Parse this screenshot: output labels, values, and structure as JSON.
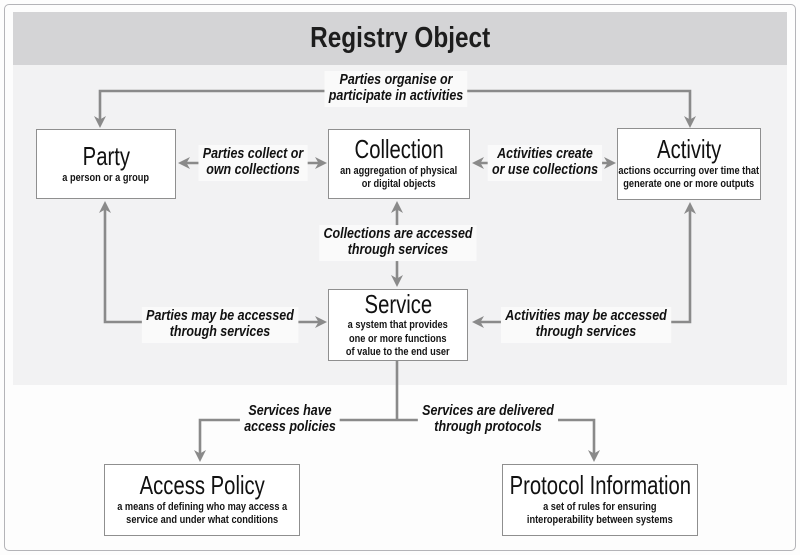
{
  "header": {
    "title": "Registry Object"
  },
  "boxes": {
    "party": {
      "title": "Party",
      "subtitle": "a person or a group"
    },
    "collection": {
      "title": "Collection",
      "subtitle": "an aggregation of physical\nor digital objects"
    },
    "activity": {
      "title": "Activity",
      "subtitle": "actions occurring over time that\ngenerate one or more outputs"
    },
    "service": {
      "title": "Service",
      "subtitle": "a system that provides\none or more functions\nof value to the end user"
    },
    "access_policy": {
      "title": "Access Policy",
      "subtitle": "a means of defining who may access a\nservice and under what conditions"
    },
    "protocol_information": {
      "title": "Protocol Information",
      "subtitle": "a set of rules for ensuring\ninteroperability between systems"
    }
  },
  "edge_labels": {
    "parties_organise": "Parties organise or\nparticipate in activities",
    "parties_collect": "Parties collect or\nown collections",
    "activities_create": "Activities create\nor use collections",
    "collections_accessed": "Collections are accessed\nthrough services",
    "parties_accessed": "Parties may be accessed\nthrough services",
    "activities_accessed": "Activities may be accessed\nthrough services",
    "services_policies": "Services have\naccess policies",
    "services_protocols": "Services are delivered\nthrough protocols"
  },
  "colors": {
    "header_band": "#d4d4d6",
    "panel": "#f2f2f3",
    "page_bg": "#fdfdfd",
    "line": "#8a8a8a",
    "box_border": "#8f8f8f",
    "label_bg": "#fafafa",
    "outer_border": "#b4b4b8",
    "text": "#1a1a1a"
  }
}
